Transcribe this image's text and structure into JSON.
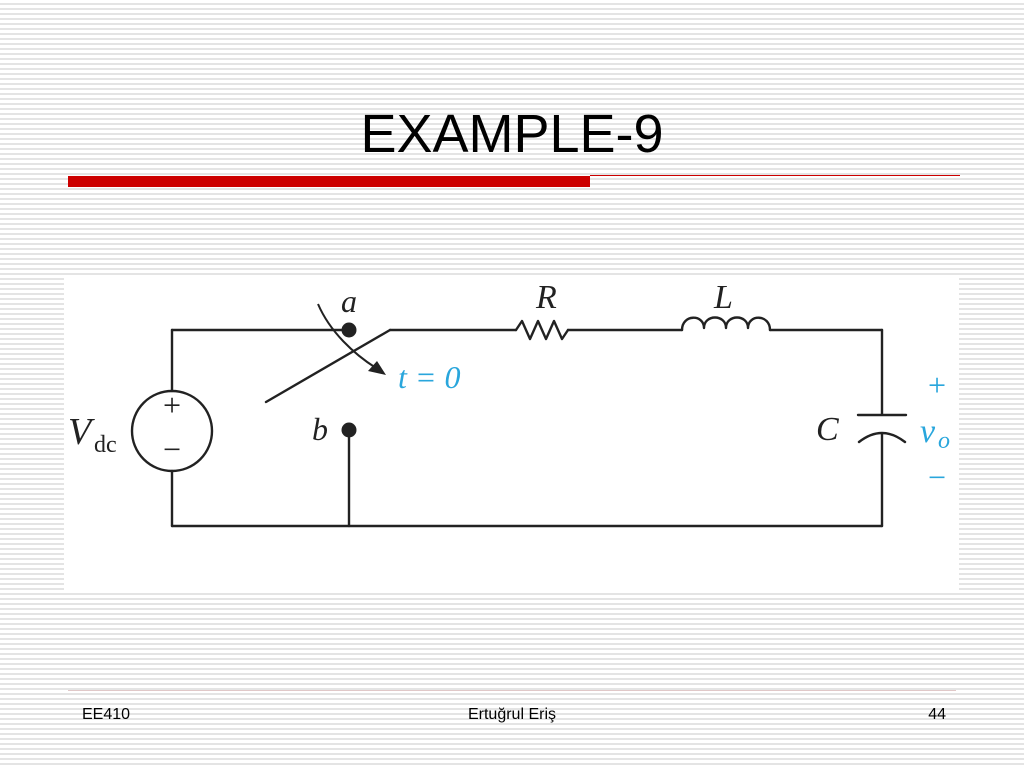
{
  "slide": {
    "title": "EXAMPLE-9"
  },
  "circuit": {
    "source_symbol": "V",
    "source_subscript": "dc",
    "source_plus": "+",
    "source_minus": "−",
    "switch_terminal_a": "a",
    "switch_terminal_b": "b",
    "switch_time_label": "t = 0",
    "resistor_label": "R",
    "inductor_label": "L",
    "capacitor_label": "C",
    "output_plus": "+",
    "output_symbol": "v",
    "output_subscript": "o",
    "output_minus": "−",
    "accent_color": "#29a6dc",
    "wire_color": "#222222"
  },
  "footer": {
    "course": "EE410",
    "author": "Ertuğrul Eriş",
    "page_number": "44"
  }
}
